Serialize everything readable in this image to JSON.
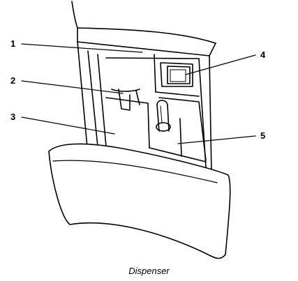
{
  "callouts": [
    {
      "number": "1"
    },
    {
      "number": "2"
    },
    {
      "number": "3"
    },
    {
      "number": "4"
    },
    {
      "number": "5"
    }
  ],
  "caption": "Dispenser",
  "colors": {
    "line": "#000000",
    "background": "#ffffff",
    "fill": "#ffffff"
  }
}
